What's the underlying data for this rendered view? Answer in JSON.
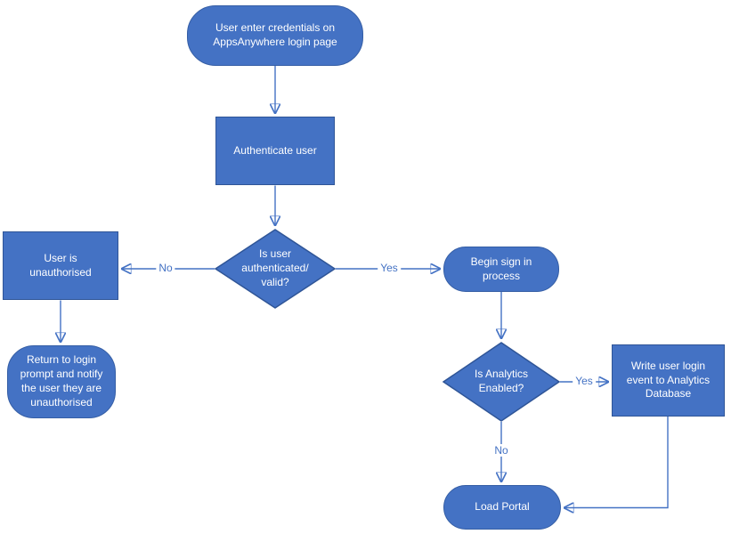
{
  "diagram": {
    "type": "flowchart",
    "colors": {
      "node_fill": "#4472C4",
      "node_border": "#2F5597",
      "connector": "#4472C4",
      "edge_label_text": "#4472C4",
      "node_text": "#FFFFFF",
      "background": "#FFFFFF"
    },
    "nodes": [
      {
        "id": "start",
        "type": "terminator",
        "label": "User enter credentials on AppsAnywhere login page"
      },
      {
        "id": "authenticate",
        "type": "process",
        "label": "Authenticate user"
      },
      {
        "id": "auth_decision",
        "type": "decision",
        "label": "Is user authenticated/ valid?"
      },
      {
        "id": "unauthorised",
        "type": "process",
        "label": "User is unauthorised"
      },
      {
        "id": "return_login",
        "type": "terminator",
        "label": "Return to login prompt and notify the user they are unauthorised"
      },
      {
        "id": "begin_signin",
        "type": "terminator",
        "label": "Begin sign in process"
      },
      {
        "id": "analytics_decision",
        "type": "decision",
        "label": "Is Analytics Enabled?"
      },
      {
        "id": "write_event",
        "type": "process",
        "label": "Write user login event to Analytics Database"
      },
      {
        "id": "load_portal",
        "type": "terminator",
        "label": "Load Portal"
      }
    ],
    "edges": [
      {
        "from": "start",
        "to": "authenticate",
        "label": ""
      },
      {
        "from": "authenticate",
        "to": "auth_decision",
        "label": ""
      },
      {
        "from": "auth_decision",
        "to": "unauthorised",
        "label": "No"
      },
      {
        "from": "auth_decision",
        "to": "begin_signin",
        "label": "Yes"
      },
      {
        "from": "unauthorised",
        "to": "return_login",
        "label": ""
      },
      {
        "from": "begin_signin",
        "to": "analytics_decision",
        "label": ""
      },
      {
        "from": "analytics_decision",
        "to": "write_event",
        "label": "Yes"
      },
      {
        "from": "analytics_decision",
        "to": "load_portal",
        "label": "No"
      },
      {
        "from": "write_event",
        "to": "load_portal",
        "label": ""
      }
    ]
  }
}
